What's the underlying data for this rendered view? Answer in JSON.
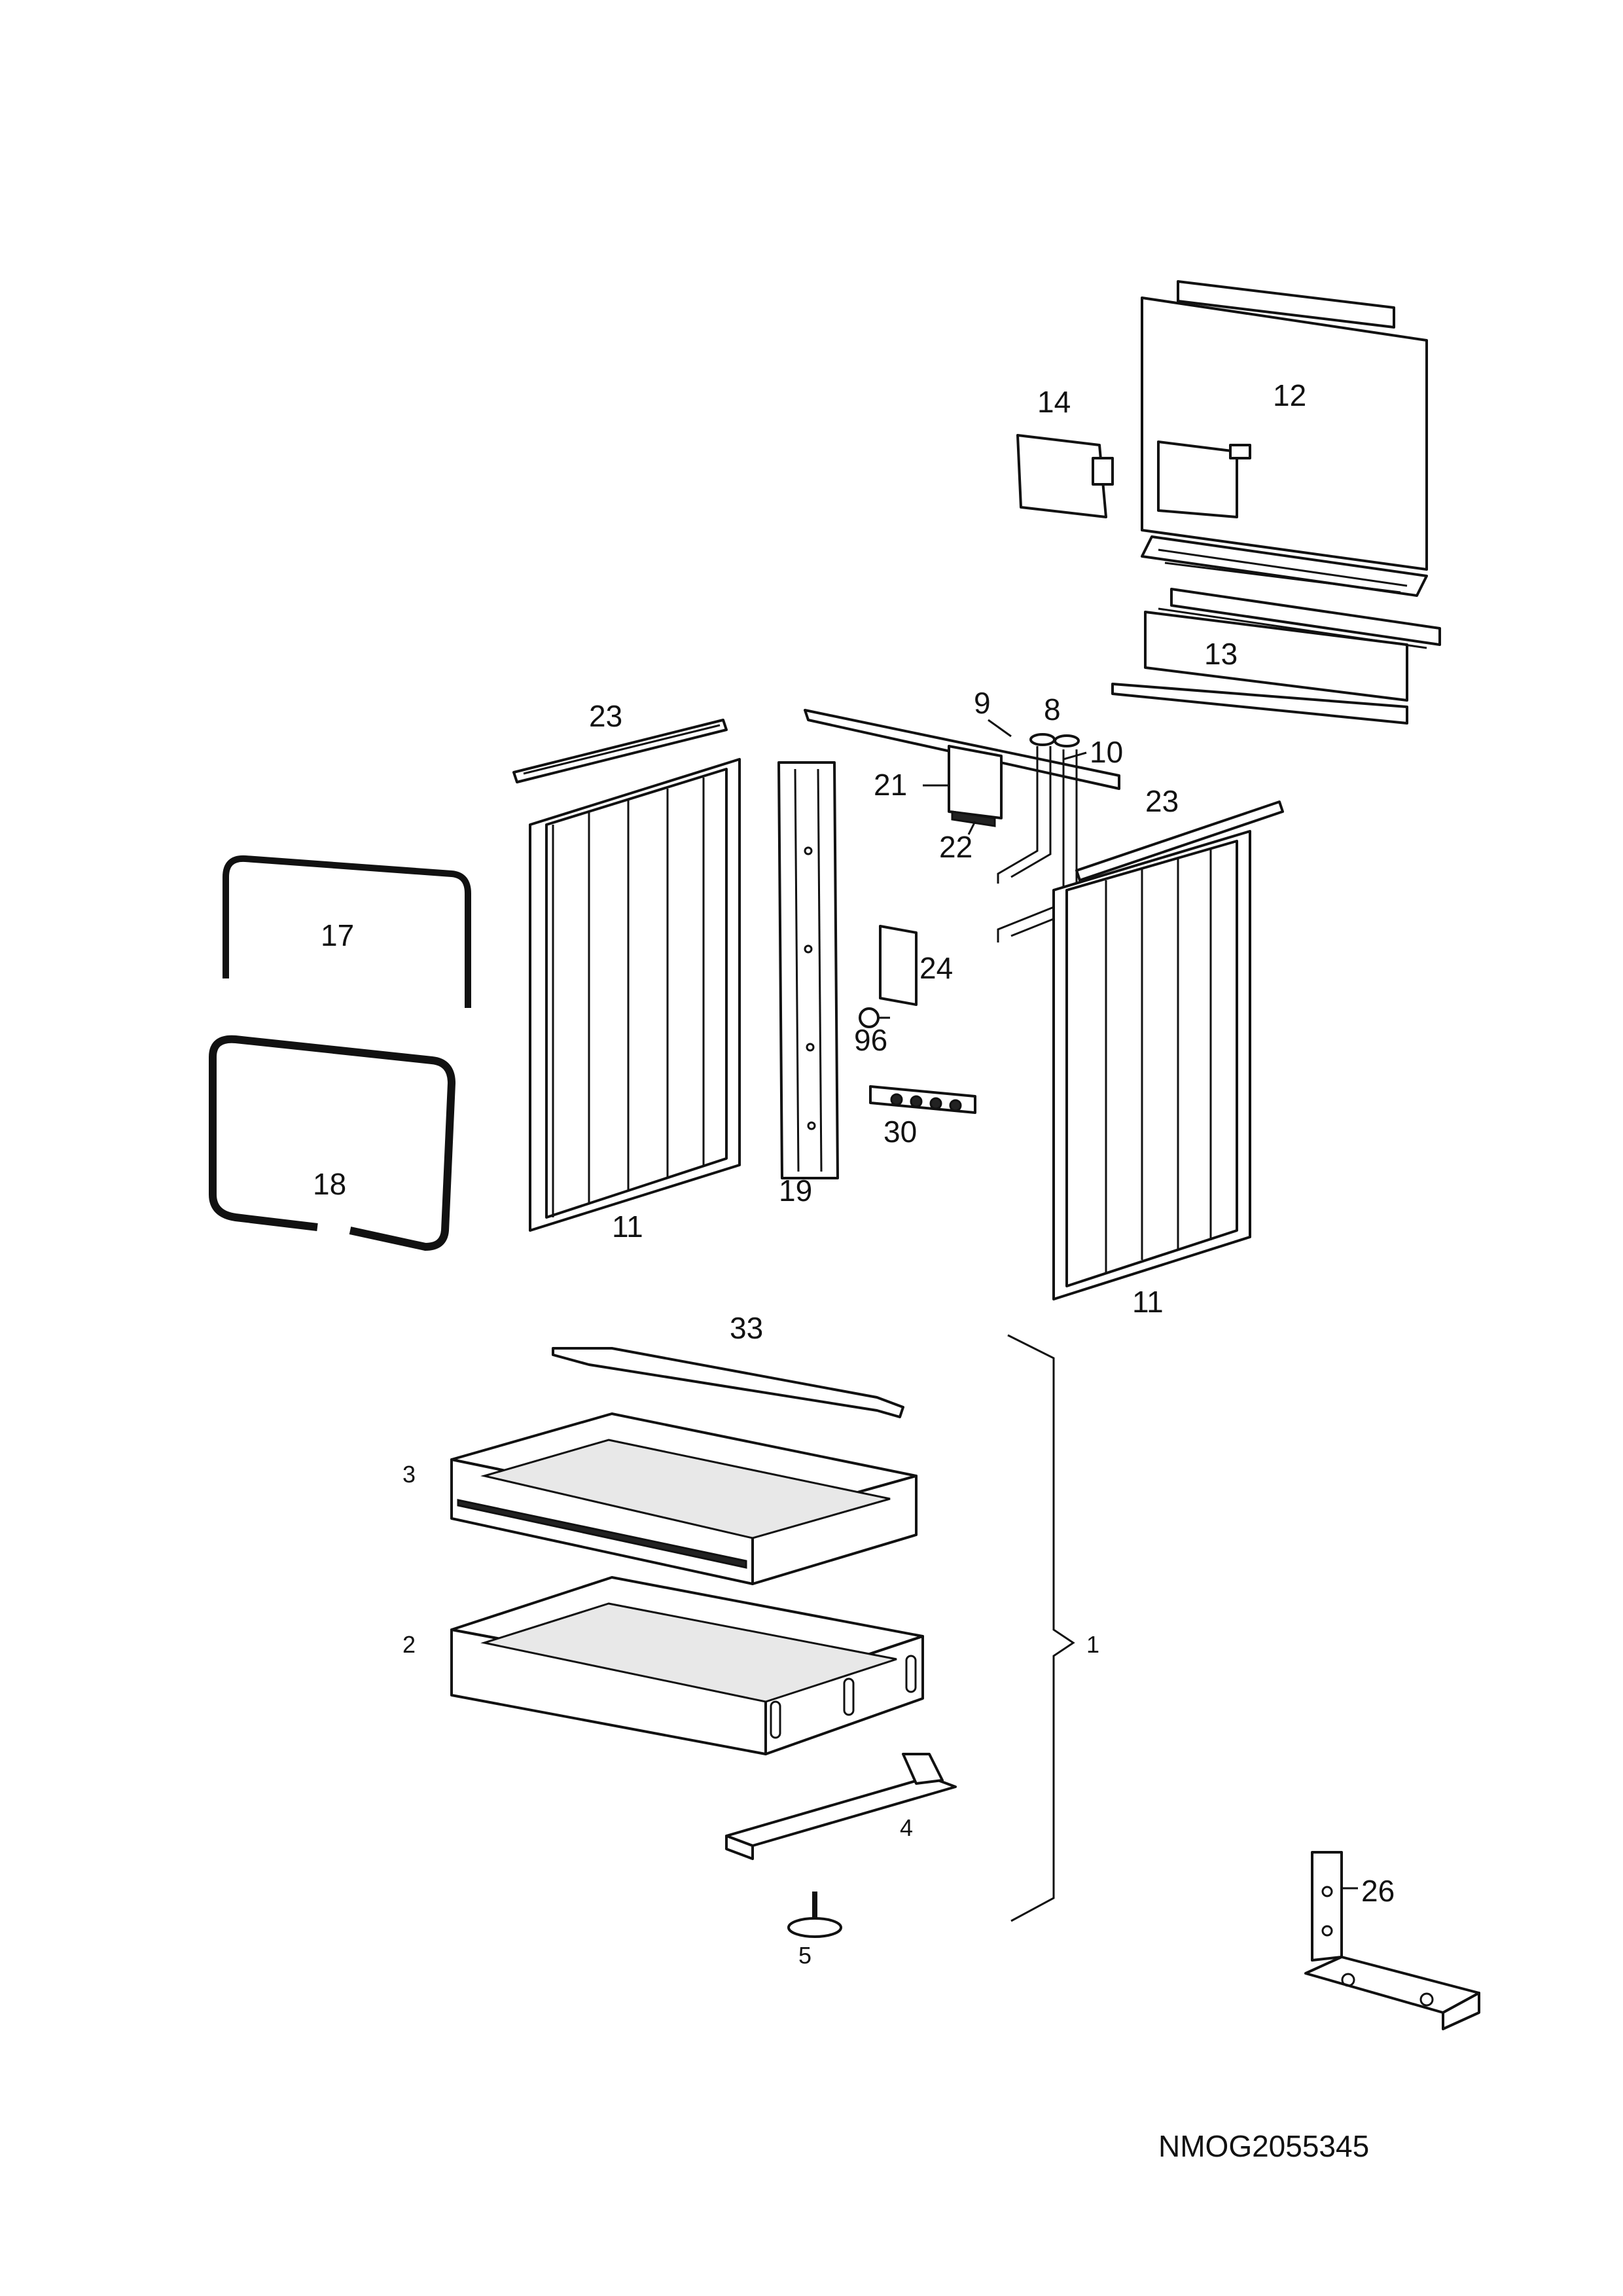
{
  "diagram": {
    "drawing_code": "NMOG2055345",
    "callouts": {
      "p1": "1",
      "p2": "2",
      "p3": "3",
      "p4": "4",
      "p5": "5",
      "p8": "8",
      "p9": "9",
      "p10": "10",
      "p11a": "11",
      "p11b": "11",
      "p12": "12",
      "p13": "13",
      "p14": "14",
      "p17": "17",
      "p18": "18",
      "p19": "19",
      "p21": "21",
      "p22": "22",
      "p23a": "23",
      "p23b": "23",
      "p24": "24",
      "p26": "26",
      "p30": "30",
      "p33": "33",
      "p96": "96"
    }
  }
}
